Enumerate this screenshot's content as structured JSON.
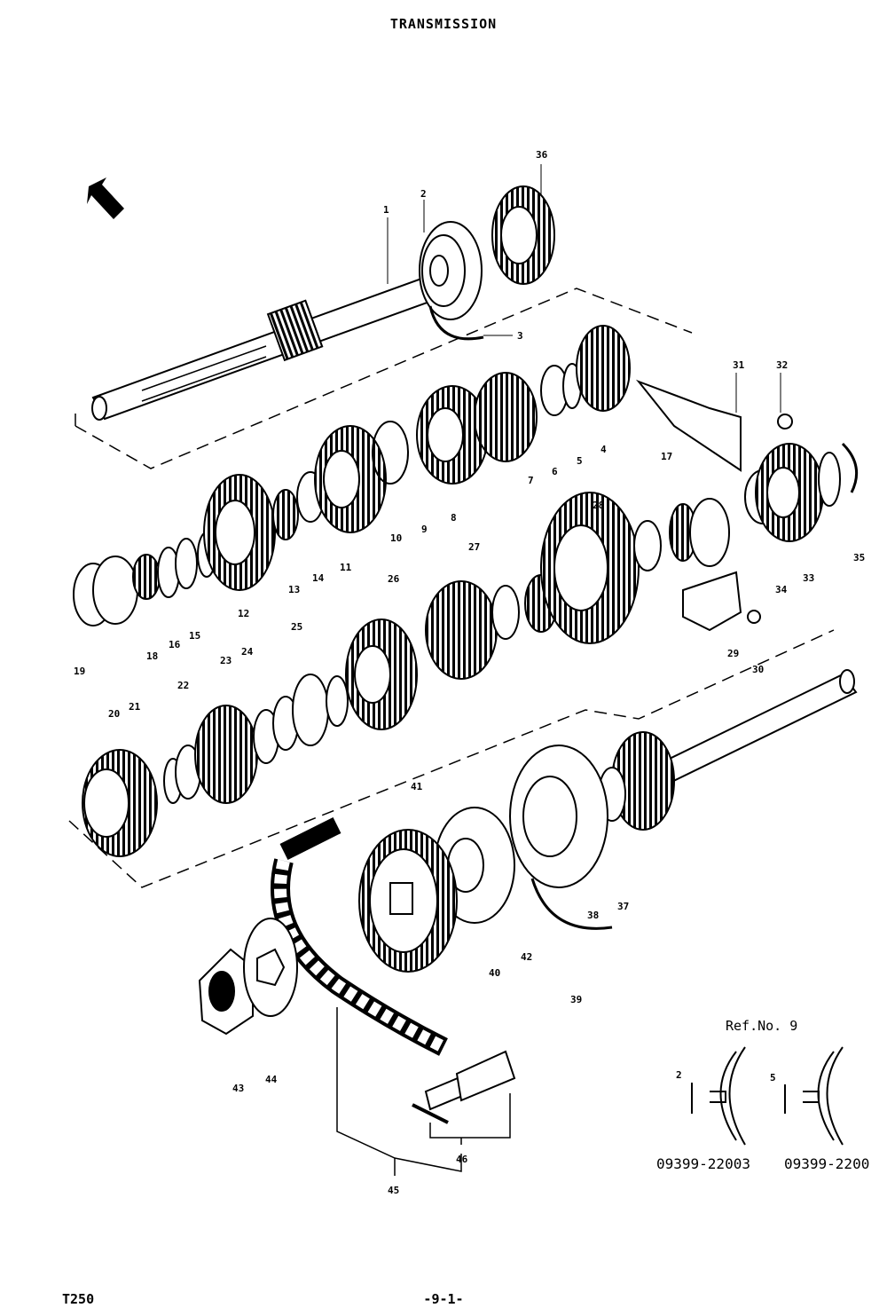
{
  "title": "TRANSMISSION",
  "footer": {
    "model": "T250",
    "page": "-9-1-"
  },
  "ref_note": {
    "label": "Ref.No. 9",
    "parts": [
      "09399-22003",
      "09399-2200"
    ],
    "dims": [
      "2",
      "5"
    ]
  },
  "callouts": [
    "1",
    "2",
    "3",
    "4",
    "5",
    "6",
    "7",
    "8",
    "9",
    "10",
    "11",
    "12",
    "13",
    "14",
    "15",
    "16",
    "17",
    "18",
    "19",
    "20",
    "21",
    "22",
    "23",
    "24",
    "25",
    "26",
    "27",
    "28",
    "29",
    "30",
    "31",
    "32",
    "33",
    "34",
    "35",
    "36",
    "37",
    "38",
    "39",
    "40",
    "41",
    "42",
    "43",
    "44",
    "45",
    "46"
  ]
}
